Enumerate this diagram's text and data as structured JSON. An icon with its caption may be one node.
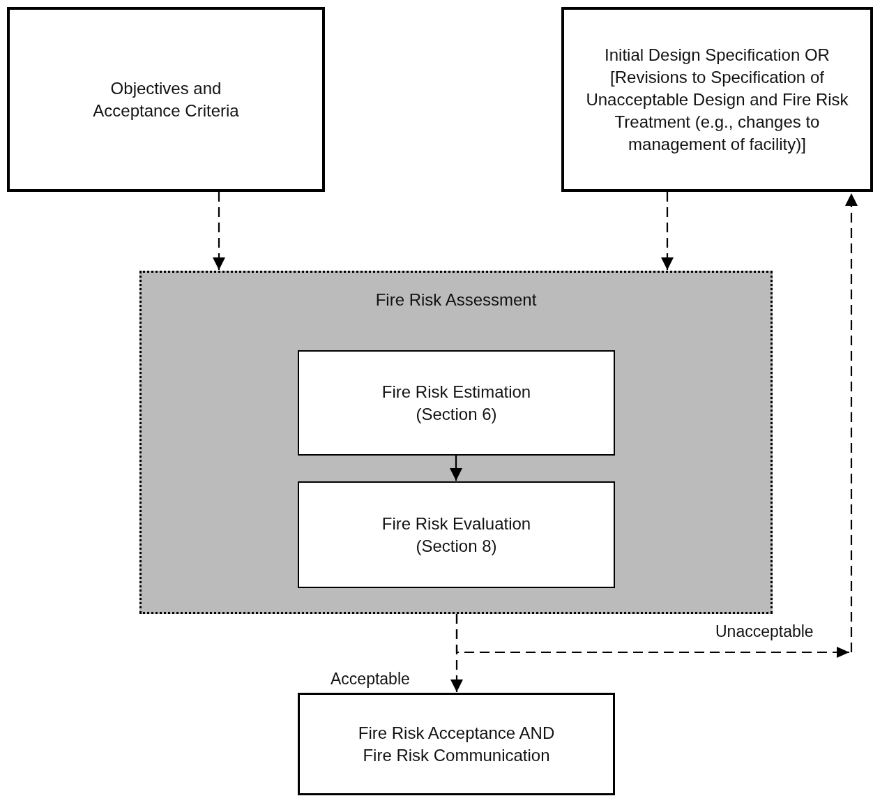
{
  "diagram": {
    "nodes": [
      {
        "text": [
          "Objectives and Acceptance Criteria"
        ]
      },
      {
        "text": [
          "Initial Design Specification OR [Revisions to Specification of Unacceptable Design and Fire Risk Treatment (e.g., changes to management of facility)]"
        ]
      },
      {
        "text": [
          "Fire Risk Assessment"
        ]
      },
      {
        "text": [
          "Fire Risk Estimation (Section 6)"
        ],
        "in": 2
      },
      {
        "text": [
          "Fire Risk Evaluation (Section 8)"
        ],
        "in": 2
      },
      {
        "text": [
          "Fire Risk Acceptance AND Fire Risk Communication"
        ]
      }
    ],
    "edges": [
      {
        "from": 0,
        "to": 2,
        "arrow": "to",
        "style": "dashed"
      },
      {
        "from": 1,
        "to": 2,
        "arrow": "to",
        "style": "dashed"
      },
      {
        "from": 3,
        "to": 4,
        "arrow": "to"
      },
      {
        "from": 2,
        "to": 5,
        "arrow": "to",
        "style": "dashed",
        "label": "Acceptable"
      },
      {
        "from": 2,
        "to": 1,
        "arrow": "to",
        "style": "dashed",
        "label": "Unacceptable"
      }
    ]
  }
}
